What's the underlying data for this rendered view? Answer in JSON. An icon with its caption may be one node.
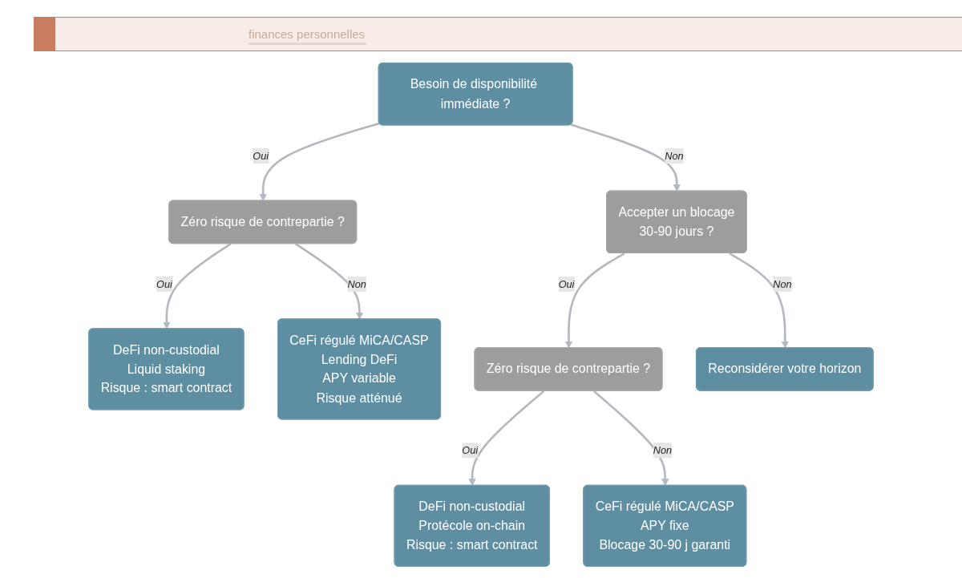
{
  "diagram": {
    "nodes": [
      {
        "text": [
          "Besoin de disponibilité immédiate ?"
        ]
      },
      {
        "text": [
          "Zéro risque de contrepartie ?"
        ]
      },
      {
        "text": [
          "Accepter un blocage",
          "30-90 jours ?"
        ]
      },
      {
        "text": [
          "DeFi non-custodial",
          "Liquid staking",
          "Risque : smart contract"
        ]
      },
      {
        "text": [
          "CeFi régulé MiCA/CASP",
          "Lending DeFi",
          "APY variable",
          "Risque atténué"
        ]
      },
      {
        "text": [
          "Zéro risque de contrepartie ?"
        ]
      },
      {
        "text": [
          "Reconsidérer votre horizon"
        ]
      },
      {
        "text": [
          "DeFi non-custodial",
          "Protécole on-chain",
          "Risque : smart contract"
        ]
      },
      {
        "text": [
          "CeFi régulé MiCA/CASP",
          "APY fixe",
          "Blocage 30-90 j garanti"
        ]
      }
    ],
    "edges": [
      {
        "from": 0,
        "to": 1,
        "arrow": "to",
        "label": "Oui"
      },
      {
        "from": 0,
        "to": 2,
        "arrow": "to",
        "label": "Non"
      },
      {
        "from": 1,
        "to": 3,
        "arrow": "to",
        "label": "Oui"
      },
      {
        "from": 1,
        "to": 4,
        "arrow": "to",
        "label": "Non"
      },
      {
        "from": 2,
        "to": 5,
        "arrow": "to",
        "label": "Oui"
      },
      {
        "from": 2,
        "to": 6,
        "arrow": "to",
        "label": "Non"
      },
      {
        "from": 5,
        "to": 7,
        "arrow": "to",
        "label": "Oui"
      },
      {
        "from": 5,
        "to": 8,
        "arrow": "to",
        "label": "Non"
      }
    ],
    "labels": [
      "finances personnelles"
    ]
  }
}
